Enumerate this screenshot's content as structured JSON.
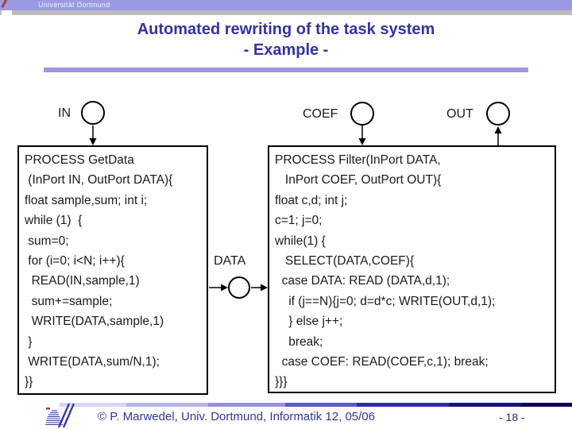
{
  "header": {
    "institution": "Universität Dortmund",
    "title_line1": "Automated rewriting of the task system",
    "title_line2": "- Example -"
  },
  "diagram": {
    "ports": {
      "in": "IN",
      "coef": "COEF",
      "out": "OUT",
      "data": "DATA"
    },
    "left_process": {
      "lines": [
        "PROCESS GetData",
        " (InPort IN, OutPort DATA){",
        "float sample,sum; int i;",
        "while (1)  {",
        " sum=0;",
        " for (i=0; i<N; i++){",
        "  READ(IN,sample,1)",
        "  sum+=sample;",
        "  WRITE(DATA,sample,1)",
        " }",
        " WRITE(DATA,sum/N,1);",
        "}}"
      ]
    },
    "right_process": {
      "lines": [
        "PROCESS Filter(InPort DATA,",
        "   InPort COEF, OutPort OUT){",
        "float c,d; int j;",
        "c=1; j=0;",
        "while(1) {",
        "   SELECT(DATA,COEF){",
        "  case DATA: READ (DATA,d,1);",
        "    if (j==N){j=0; d=d*c; WRITE(OUT,d,1);",
        "    } else j++;",
        "    break;",
        "  case COEF: READ(COEF,c,1); break;",
        "}}}"
      ]
    }
  },
  "footer": {
    "copyright": "© P. Marwedel, Univ. Dortmund, Informatik 12, 05/06",
    "page_number": "- 18 -"
  },
  "colors": {
    "accent_blue": "#3333a0",
    "header_bar": "#9a99e2",
    "divider_gray": "#bbbbbb",
    "footer_gradient_start": "#d6d6f2",
    "footer_gradient_end": "#0a0a5a",
    "code_text": "#1a1a1a"
  }
}
